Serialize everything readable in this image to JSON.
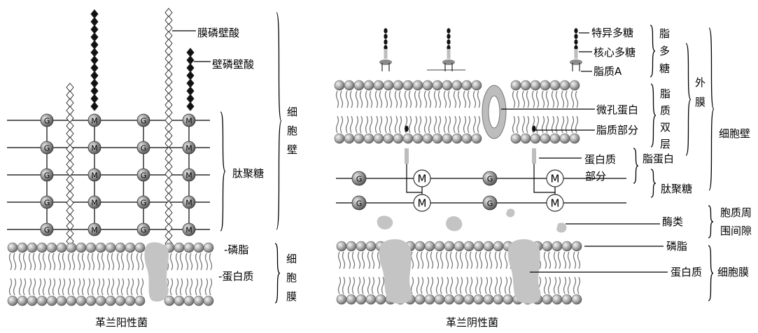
{
  "left_panel": {
    "caption": "革兰阳性菌",
    "labels": {
      "membrane_teichoic_acid": "膜磷壁酸",
      "wall_teichoic_acid": "壁磷壁酸",
      "peptidoglycan": "肽聚糖",
      "cell_wall": "细胞壁",
      "phospholipid": "-磷脂",
      "protein": "-蛋白质",
      "cell_membrane": "细胞膜"
    },
    "unit_letters": {
      "g": "G",
      "m": "M"
    }
  },
  "right_panel": {
    "caption": "革兰阴性菌",
    "labels": {
      "specific_polysaccharide": "特异多糖",
      "core_polysaccharide": "核心多糖",
      "lipid_a": "脂质A",
      "lipopolysaccharide": "脂多糖",
      "outer_membrane": "外膜",
      "cell_wall": "细胞壁",
      "porin": "微孔蛋白",
      "lipid_part": "脂质部分",
      "lipid_bilayer": "脂质双层",
      "protein_part": "蛋白质部分",
      "lipoprotein": "脂蛋白",
      "peptidoglycan": "肽聚糖",
      "enzymes": "酶类",
      "periplasmic_space": "胞质周围间隙",
      "phospholipid": "磷脂",
      "protein": "蛋白质",
      "cell_membrane": "细胞膜"
    },
    "unit_letters": {
      "g": "G",
      "m": "M"
    }
  }
}
